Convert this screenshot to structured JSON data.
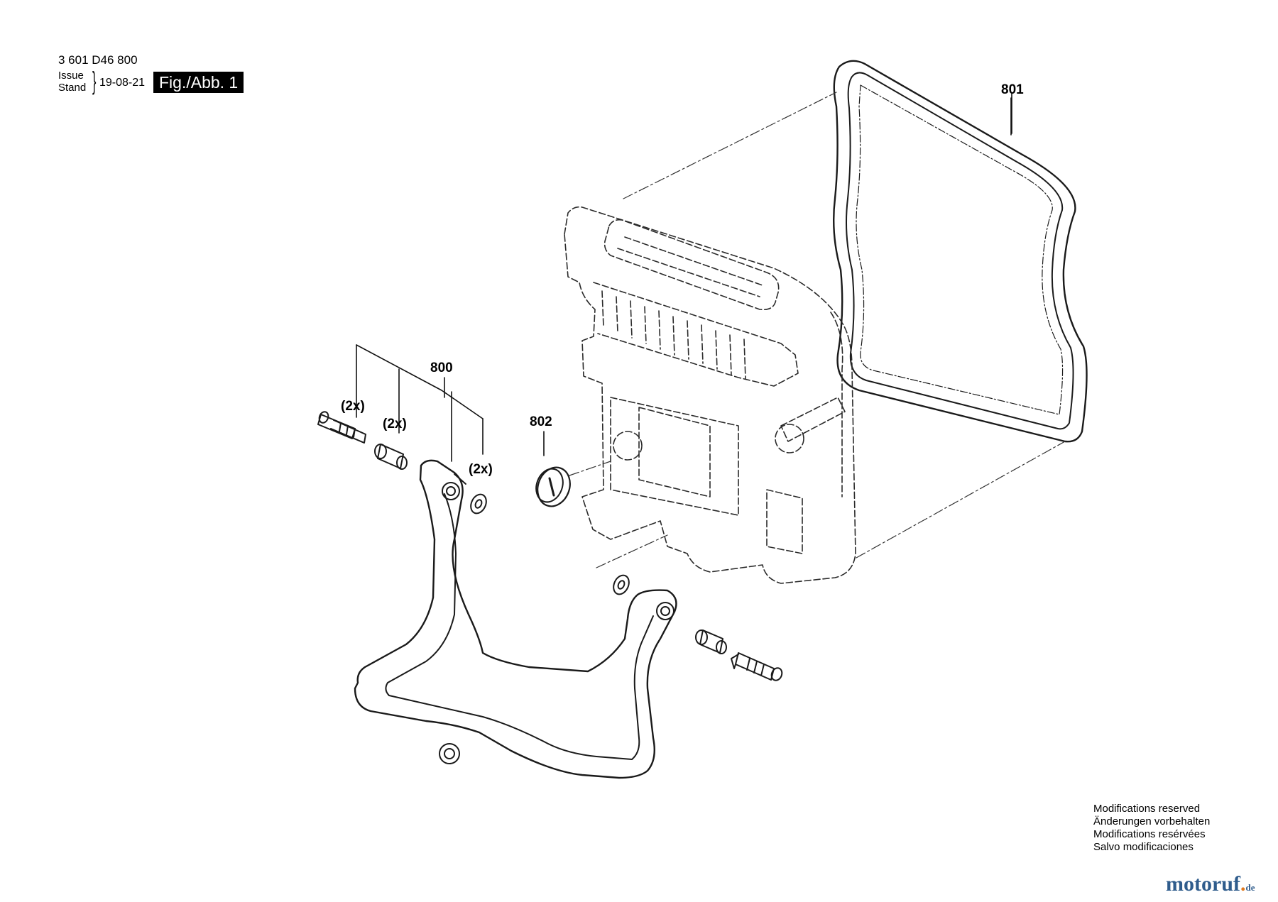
{
  "header": {
    "part_code": "3 601 D46 800",
    "issue_label": "Issue",
    "stand_label": "Stand",
    "date": "19-08-21",
    "figure_label": "Fig./Abb. 1"
  },
  "callouts": {
    "part_800": "800",
    "part_801": "801",
    "part_802": "802",
    "qty_screw": "(2x)",
    "qty_sleeve": "(2x)",
    "qty_washer": "(2x)"
  },
  "footer": {
    "notes": [
      "Modifications reserved",
      "Änderungen vorbehalten",
      "Modifications resérvées",
      "Salvo modificaciones"
    ],
    "watermark": {
      "main": "motoruf",
      "tld": "de"
    }
  },
  "colors": {
    "line": "#1a1a1a",
    "dashed_outline": "#2a2a2a",
    "figure_label_bg": "#000000",
    "watermark": "#2f5c8c",
    "watermark_dot": "#e07a1f"
  }
}
